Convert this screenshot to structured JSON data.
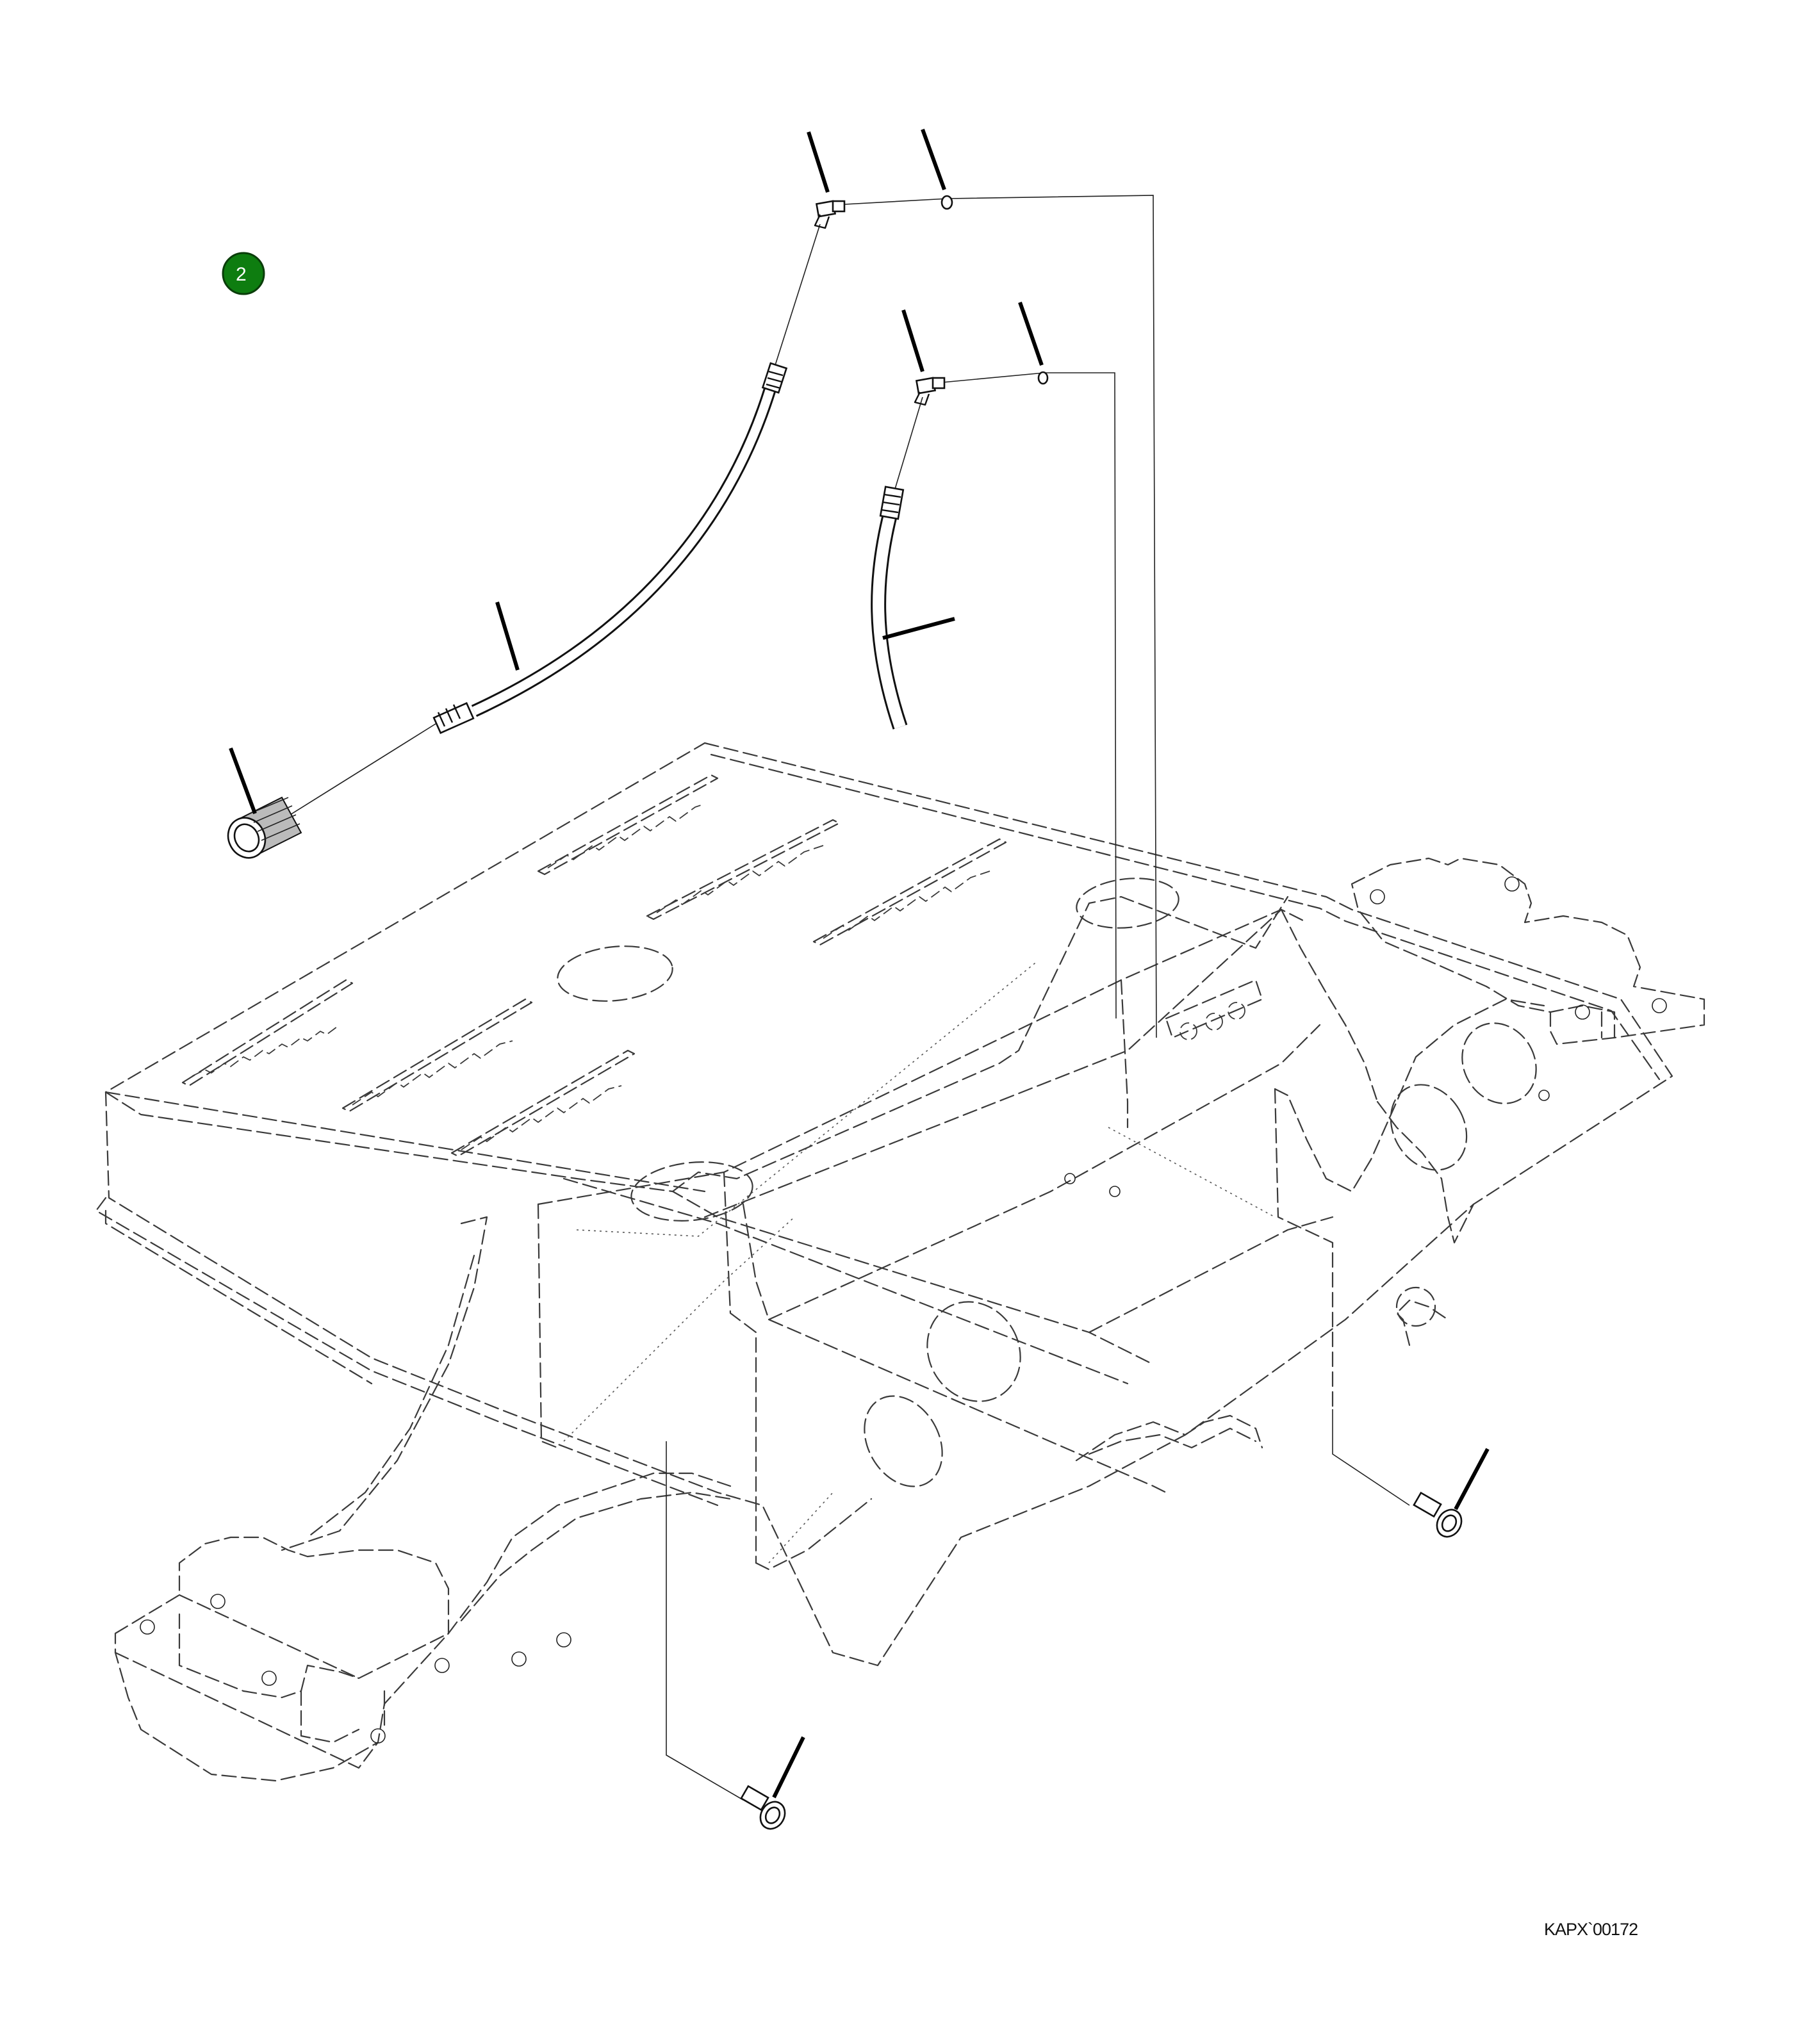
{
  "badge": {
    "label": "2",
    "color": "#0e7d10"
  },
  "drawing_code": "KAPX`00172",
  "parts": [
    {
      "name": "elbow-fitting-upper"
    },
    {
      "name": "ball-check-upper"
    },
    {
      "name": "elbow-fitting-middle"
    },
    {
      "name": "ball-check-middle"
    },
    {
      "name": "long-hose"
    },
    {
      "name": "short-hose"
    },
    {
      "name": "strainer"
    },
    {
      "name": "plug-right"
    },
    {
      "name": "plug-bottom"
    }
  ]
}
